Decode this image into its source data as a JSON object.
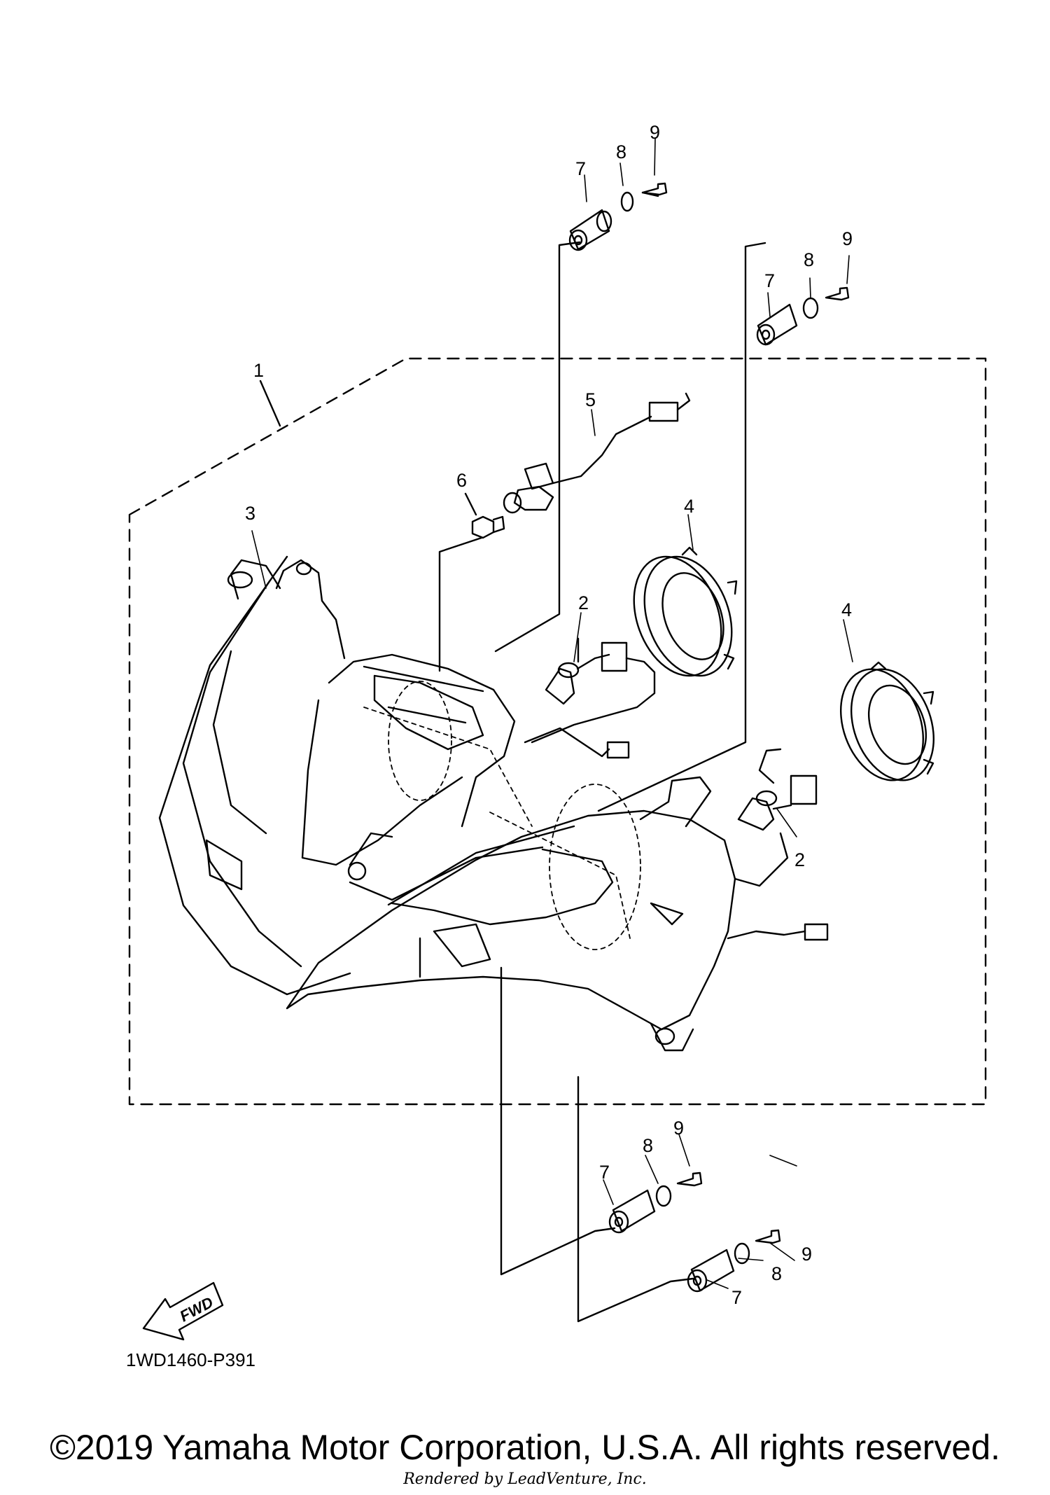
{
  "callouts": [
    {
      "id": "7",
      "label": "7"
    },
    {
      "id": "8",
      "label": "8"
    },
    {
      "id": "9",
      "label": "9"
    },
    {
      "id": "7",
      "label": "7"
    },
    {
      "id": "8",
      "label": "8"
    },
    {
      "id": "9",
      "label": "9"
    },
    {
      "id": "1",
      "label": "1"
    },
    {
      "id": "5",
      "label": "5"
    },
    {
      "id": "6",
      "label": "6"
    },
    {
      "id": "3",
      "label": "3"
    },
    {
      "id": "4",
      "label": "4"
    },
    {
      "id": "2",
      "label": "2"
    },
    {
      "id": "4",
      "label": "4"
    },
    {
      "id": "2",
      "label": "2"
    },
    {
      "id": "9",
      "label": "9"
    },
    {
      "id": "8",
      "label": "8"
    },
    {
      "id": "7",
      "label": "7"
    },
    {
      "id": "9",
      "label": "9"
    },
    {
      "id": "8",
      "label": "8"
    },
    {
      "id": "7",
      "label": "7"
    }
  ],
  "fwd_label": "FWD",
  "drawing_code": "1WD1460-P391",
  "copyright": "©2019 Yamaha Motor Corporation, U.S.A. All rights reserved.",
  "rendered_by": "Rendered by LeadVenture, Inc."
}
